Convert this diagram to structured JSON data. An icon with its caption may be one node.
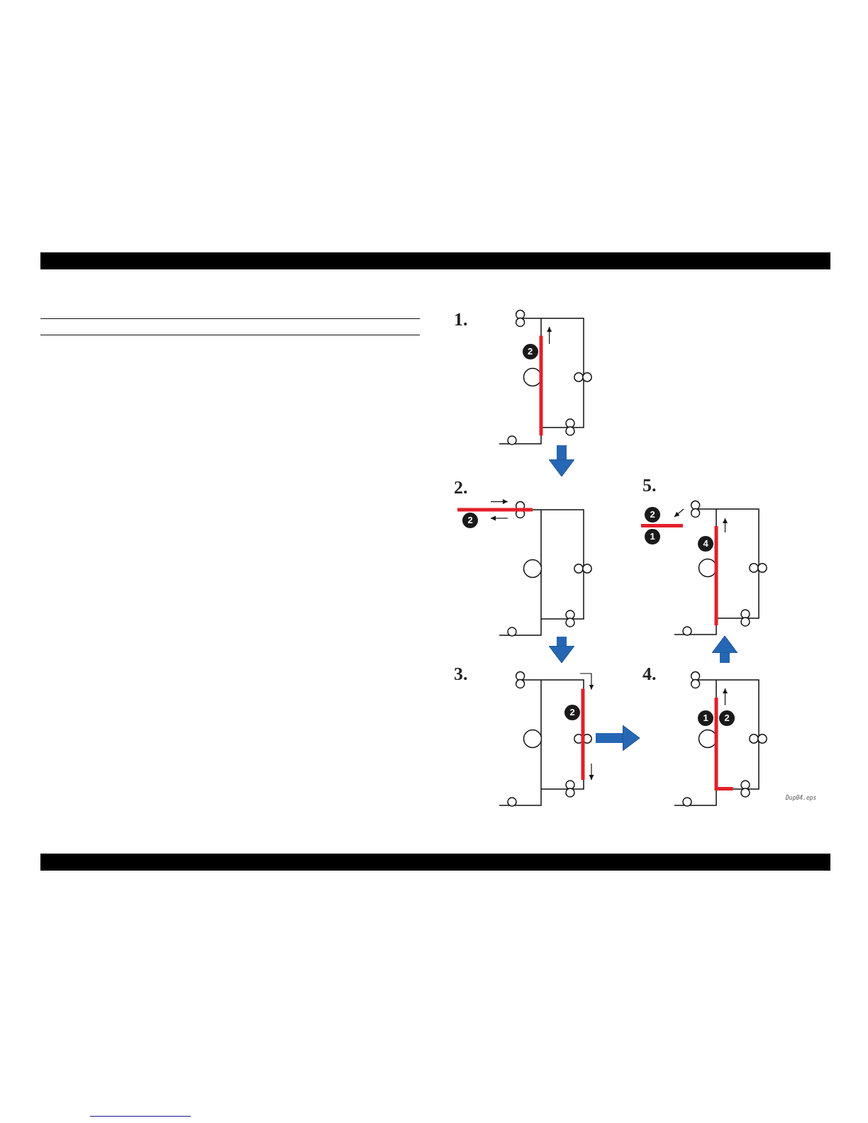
{
  "diagram": {
    "nodes": [
      {
        "text": [
          "1."
        ]
      },
      {
        "text": [
          "2."
        ]
      },
      {
        "text": [
          "3."
        ]
      },
      {
        "text": [
          "4."
        ]
      },
      {
        "text": [
          "5."
        ]
      }
    ],
    "edges": [
      {
        "from": 0,
        "to": 1,
        "arrow": "to"
      },
      {
        "from": 1,
        "to": 2,
        "arrow": "to"
      },
      {
        "from": 2,
        "to": 3,
        "arrow": "to"
      },
      {
        "from": 3,
        "to": 4,
        "arrow": "to"
      }
    ],
    "labels": [
      "2",
      "2",
      "2",
      "1",
      "2",
      "2",
      "1",
      "4",
      "Dup04.eps"
    ]
  }
}
